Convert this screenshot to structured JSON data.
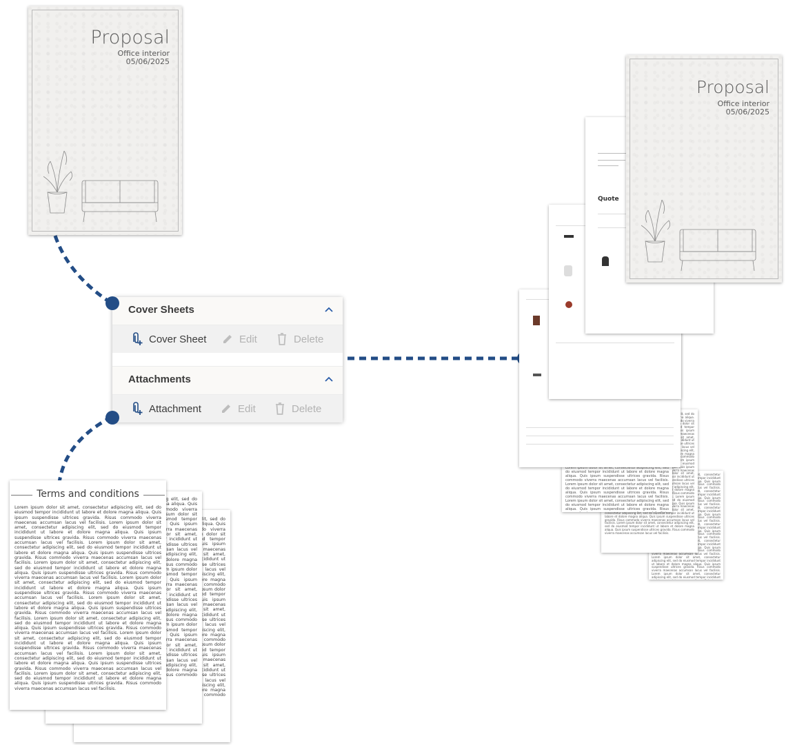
{
  "cover_sheet_left": {
    "title": "Proposal",
    "subtitle": "Office interior",
    "date": "05/06/2025"
  },
  "cover_sheet_right": {
    "title": "Proposal",
    "subtitle": "Office interior",
    "date": "05/06/2025"
  },
  "panel": {
    "cover_sheets": {
      "header": "Cover Sheets",
      "add_label": "Cover Sheet",
      "edit_label": "Edit",
      "delete_label": "Delete"
    },
    "attachments": {
      "header": "Attachments",
      "add_label": "Attachment",
      "edit_label": "Edit",
      "delete_label": "Delete"
    }
  },
  "terms": {
    "heading": "Terms and conditions",
    "body": "Lorem ipsum dolor sit amet, consectetur adipiscing elit, sed do eiusmod tempor incididunt ut labore et dolore magna aliqua. Quis ipsum suspendisse ultrices gravida. Risus commodo viverra maecenas accumsan lacus vel facilisis. Lorem ipsum dolor sit amet, consectetur adipiscing elit, sed do eiusmod tempor incididunt ut labore et dolore magna aliqua. Quis ipsum suspendisse ultrices gravida. Risus commodo viverra maecenas accumsan lacus vel facilisis. Lorem ipsum dolor sit amet, consectetur adipiscing elit, sed do eiusmod tempor incididunt ut labore et dolore magna aliqua. Quis ipsum suspendisse ultrices gravida. Risus commodo viverra maecenas accumsan lacus vel facilisis. Lorem ipsum dolor sit amet, consectetur adipiscing elit, sed do eiusmod tempor incididunt ut labore et dolore magna aliqua. Quis ipsum suspendisse ultrices gravida. Risus commodo viverra maecenas accumsan lacus vel facilisis. Lorem ipsum dolor sit amet, consectetur adipiscing elit, sed do eiusmod tempor incididunt ut labore et dolore magna aliqua. Quis ipsum suspendisse ultrices gravida. Risus commodo viverra maecenas accumsan lacus vel facilisis. Lorem ipsum dolor sit amet, consectetur adipiscing elit, sed do eiusmod tempor incididunt ut labore et dolore magna aliqua. Quis ipsum suspendisse ultrices gravida. Risus commodo viverra maecenas accumsan lacus vel facilisis. Lorem ipsum dolor sit amet, consectetur adipiscing elit, sed do eiusmod tempor incididunt ut labore et dolore magna aliqua. Quis ipsum suspendisse ultrices gravida. Risus commodo viverra maecenas accumsan lacus vel facilisis. Lorem ipsum dolor sit amet, consectetur adipiscing elit, sed do eiusmod tempor incididunt ut labore et dolore magna aliqua. Quis ipsum suspendisse ultrices gravida. Risus commodo viverra maecenas accumsan lacus vel facilisis. Lorem ipsum dolor sit amet, consectetur adipiscing elit, sed do eiusmod tempor incididunt ut labore et dolore magna aliqua. Quis ipsum suspendisse ultrices gravida. Risus commodo viverra maecenas accumsan lacus vel facilisis. Lorem ipsum dolor sit amet, consectetur adipiscing elit, sed do eiusmod tempor incididunt ut labore et dolore magna aliqua. Quis ipsum suspendisse ultrices gravida. Risus commodo viverra maecenas accumsan lacus vel facilisis.",
    "body_short": "Lorem ipsum dolor sit amet, consectetur adipiscing elit, sed do eiusmod tempor incididunt ut labore et dolore magna aliqua. Quis ipsum suspendisse ultrices gravida. Risus commodo viverra maecenas accumsan lacus vel facilisis."
  },
  "quote_page": {
    "title": "Quote"
  },
  "colors": {
    "connector": "#234d86",
    "panel_header_bg": "#faf9f7",
    "panel_row_bg": "#f1f1f1",
    "add_icon": "#234d86"
  },
  "icons": [
    "paperclip-plus-icon",
    "pencil-icon",
    "trash-icon",
    "chevron-up-icon"
  ]
}
